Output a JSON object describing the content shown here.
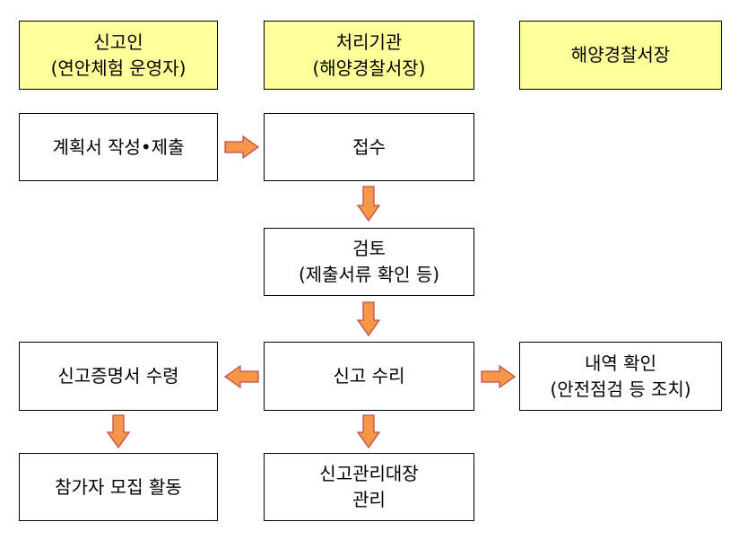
{
  "colors": {
    "header_fill": "#ffff99",
    "box_fill": "#ffffff",
    "border": "#000000",
    "arrow_fill": "#f79646",
    "arrow_stroke": "#c0504d"
  },
  "headers": {
    "reporter": [
      "신고인",
      "(연안체험 운영자)"
    ],
    "agency": [
      "처리기관",
      "(해양경찰서장)"
    ],
    "chief": [
      "해양경찰서장"
    ]
  },
  "nodes": {
    "plan_submit": [
      "계획서 작성•제출"
    ],
    "receipt": [
      "접수"
    ],
    "review": [
      "검토",
      "(제출서류 확인 등)"
    ],
    "report_accept": [
      "신고 수리"
    ],
    "certificate": [
      "신고증명서 수령"
    ],
    "content_check": [
      "내역 확인",
      "(안전점검 등 조치)"
    ],
    "recruit": [
      "참가자 모집 활동"
    ],
    "ledger": [
      "신고관리대장",
      "관리"
    ]
  },
  "edges": [
    [
      "plan_submit",
      "receipt"
    ],
    [
      "receipt",
      "review"
    ],
    [
      "review",
      "report_accept"
    ],
    [
      "report_accept",
      "certificate"
    ],
    [
      "report_accept",
      "content_check"
    ],
    [
      "certificate",
      "recruit"
    ],
    [
      "report_accept",
      "ledger"
    ]
  ]
}
